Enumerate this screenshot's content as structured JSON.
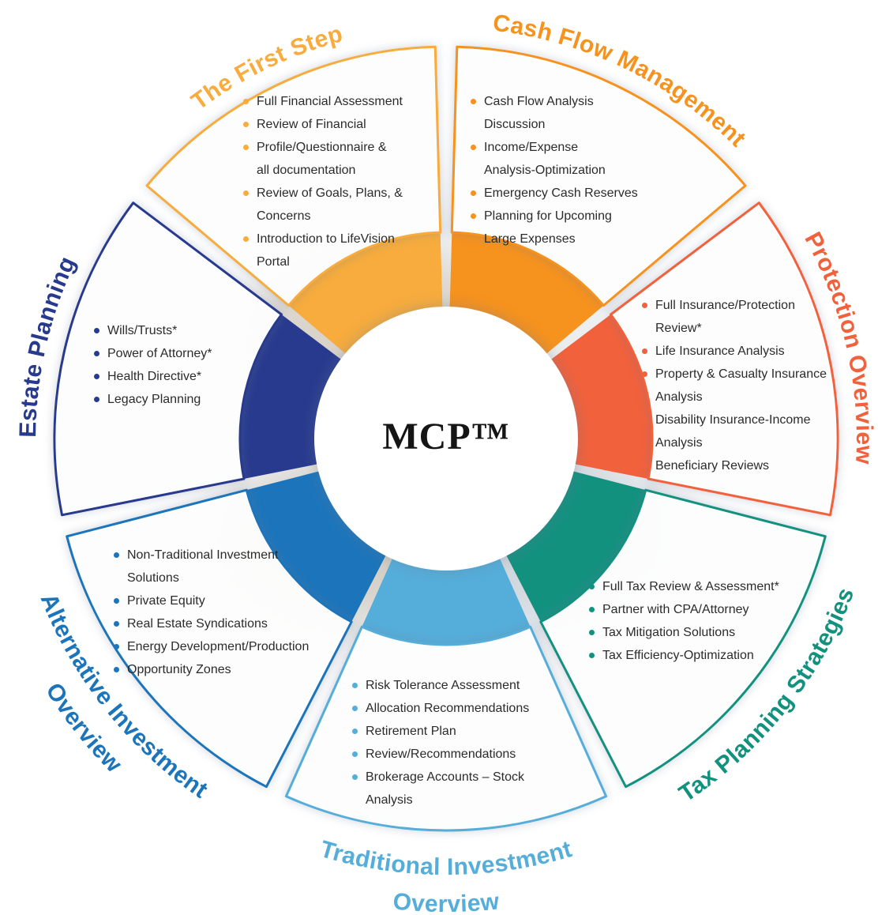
{
  "diagram": {
    "center": {
      "title": "MCP™"
    },
    "segments": [
      {
        "key": "the-first-step",
        "title": "The First Step",
        "lines": [
          "The First Step"
        ],
        "color": "#F7AC3D",
        "items": [
          [
            "Full Financial Assessment"
          ],
          [
            "Review of Financial"
          ],
          [
            "Profile/Questionnaire &",
            "all documentation"
          ],
          [
            "Review of Goals, Plans, &",
            "Concerns"
          ],
          [
            "Introduction to LifeVision",
            "Portal"
          ]
        ]
      },
      {
        "key": "cash-flow-management",
        "title": "Cash Flow Management",
        "lines": [
          "Cash Flow Management"
        ],
        "color": "#F6921E",
        "items": [
          [
            "Cash Flow Analysis",
            "Discussion"
          ],
          [
            "Income/Expense",
            "Analysis-Optimization"
          ],
          [
            "Emergency Cash Reserves"
          ],
          [
            "Planning for Upcoming",
            "Large Expenses"
          ]
        ]
      },
      {
        "key": "protection-overview",
        "title": "Protection Overview",
        "lines": [
          "Protection Overview"
        ],
        "color": "#F1613C",
        "items": [
          [
            "Full Insurance/Protection",
            "Review*"
          ],
          [
            "Life Insurance Analysis"
          ],
          [
            "Property & Casualty Insurance",
            "Analysis"
          ],
          [
            "Disability Insurance-Income",
            "Analysis"
          ],
          [
            "Beneficiary Reviews"
          ]
        ]
      },
      {
        "key": "tax-planning-strategies",
        "title": "Tax Planning Strategies",
        "lines": [
          "Tax Planning Strategies"
        ],
        "color": "#13917F",
        "items": [
          [
            "Full Tax Review & Assessment*"
          ],
          [
            "Partner with CPA/Attorney"
          ],
          [
            "Tax Mitigation Solutions"
          ],
          [
            "Tax Efficiency-Optimization"
          ]
        ]
      },
      {
        "key": "traditional-investment-overview",
        "title": "Traditional Investment Overview",
        "lines": [
          "Traditional Investment",
          "Overview"
        ],
        "color": "#55AEDA",
        "items": [
          [
            "Risk Tolerance Assessment"
          ],
          [
            "Allocation Recommendations"
          ],
          [
            "Retirement Plan"
          ],
          [
            "Review/Recommendations"
          ],
          [
            "Brokerage Accounts – Stock",
            "Analysis"
          ]
        ]
      },
      {
        "key": "alternative-investment-overview",
        "title": "Alternative Investment Overview",
        "lines": [
          "Alternative Investment",
          "Overview"
        ],
        "color": "#1C75BB",
        "items": [
          [
            "Non-Traditional Investment",
            "Solutions"
          ],
          [
            "Private Equity"
          ],
          [
            "Real Estate Syndications"
          ],
          [
            "Energy Development/Production"
          ],
          [
            "Opportunity Zones"
          ]
        ]
      },
      {
        "key": "estate-planning",
        "title": "Estate Planning",
        "lines": [
          "Estate Planning"
        ],
        "color": "#283A8E",
        "items": [
          [
            "Wills/Trusts*"
          ],
          [
            "Power of Attorney*"
          ],
          [
            "Health Directive*"
          ],
          [
            "Legacy Planning"
          ]
        ]
      }
    ]
  }
}
